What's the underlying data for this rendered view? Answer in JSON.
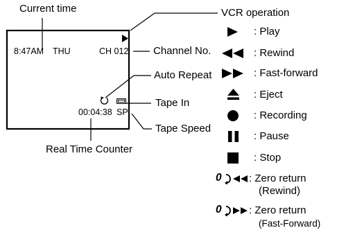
{
  "labels": {
    "current_time": "Current time",
    "vcr_operation": "VCR operation",
    "channel_no": "Channel No.",
    "auto_repeat": "Auto Repeat",
    "tape_in": "Tape In",
    "tape_speed": "Tape Speed",
    "real_time_counter": "Real Time Counter"
  },
  "screen": {
    "time": "8:47AM",
    "day": "THU",
    "channel": "CH 012",
    "counter": "00:04:38",
    "speed": "SP"
  },
  "legend": [
    {
      "icon": "play-icon",
      "text": ": Play"
    },
    {
      "icon": "rewind-icon",
      "text": ": Rewind"
    },
    {
      "icon": "fast-forward-icon",
      "text": ": Fast-forward"
    },
    {
      "icon": "eject-icon",
      "text": ": Eject"
    },
    {
      "icon": "recording-icon",
      "text": ": Recording"
    },
    {
      "icon": "pause-icon",
      "text": ": Pause"
    },
    {
      "icon": "stop-icon",
      "text": ": Stop"
    },
    {
      "icon": "zero-return-rewind-icon",
      "text": ": Zero return",
      "subtext": "(Rewind)"
    },
    {
      "icon": "zero-return-fast-forward-icon",
      "text": ": Zero return",
      "subtext": "(Fast-Forward)"
    }
  ]
}
